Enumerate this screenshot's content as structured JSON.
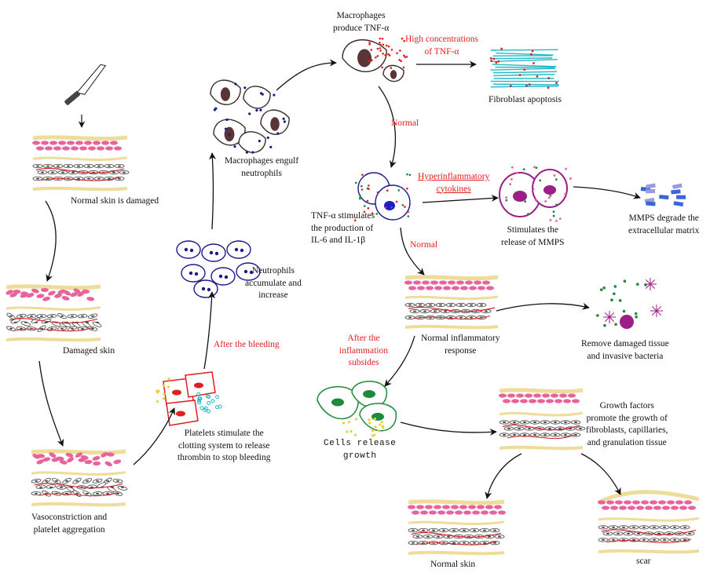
{
  "labels": {
    "normal_skin_damaged": "Normal skin is damaged",
    "damaged_skin": "Damaged skin",
    "vasoconstriction": [
      "Vasoconstriction and",
      "platelet aggregation"
    ],
    "platelets": [
      "Platelets stimulate the",
      "clotting system to release",
      "thrombin to stop bleeding"
    ],
    "after_bleeding": "After the bleeding",
    "neutrophils": [
      "Neutrophils",
      "accumulate and",
      "increase"
    ],
    "macrophages_engulf": [
      "Macrophages engulf",
      "neutrophils"
    ],
    "macrophages_produce": [
      "Macrophages",
      "produce TNF-α"
    ],
    "high_tnf": [
      "High concentrations",
      "of TNF-α"
    ],
    "fibroblast_apoptosis": "Fibroblast apoptosis",
    "normal_1": "Normal",
    "tnf_stimulates": [
      "TNF-α stimulates",
      "the production of",
      "IL-6 and IL-1β"
    ],
    "hyperinflammatory": [
      "Hyperinflammatory",
      "cytokines"
    ],
    "stimulates_release": [
      "Stimulates the",
      "release of MMPS"
    ],
    "mmps_degrade": [
      "MMPS degrade the",
      "extracellular matrix"
    ],
    "normal_2": "Normal",
    "normal_inflammatory": [
      "Normal inflammatory",
      "response"
    ],
    "remove_damaged": [
      "Remove damaged tissue",
      "and invasive bacteria"
    ],
    "after_inflammation": [
      "After the",
      "inflammation",
      "subsides"
    ],
    "cells_release": [
      "Cells release",
      "growth"
    ],
    "growth_factors": [
      "Growth factors",
      "promote the growth of",
      "fibroblasts, capillaries,",
      "and granulation tissue"
    ],
    "normal_skin": "Normal skin",
    "scar": "scar"
  },
  "colors": {
    "label_red": "#e41e1e",
    "text": "#111111",
    "skin_pink": "#e8639c",
    "vessel_red": "#d8232a",
    "fat_yellow": "#eedc9a",
    "macrophage_outline": "#3a2a2a",
    "neutrophil_blue": "#1b1a8a",
    "platelet_red": "#e02020",
    "purple_cell": "#9b1f86",
    "green_cell": "#1e8a3a",
    "cyan_fiber": "#22b8c8",
    "mmp_blue": "#3a64d8"
  }
}
